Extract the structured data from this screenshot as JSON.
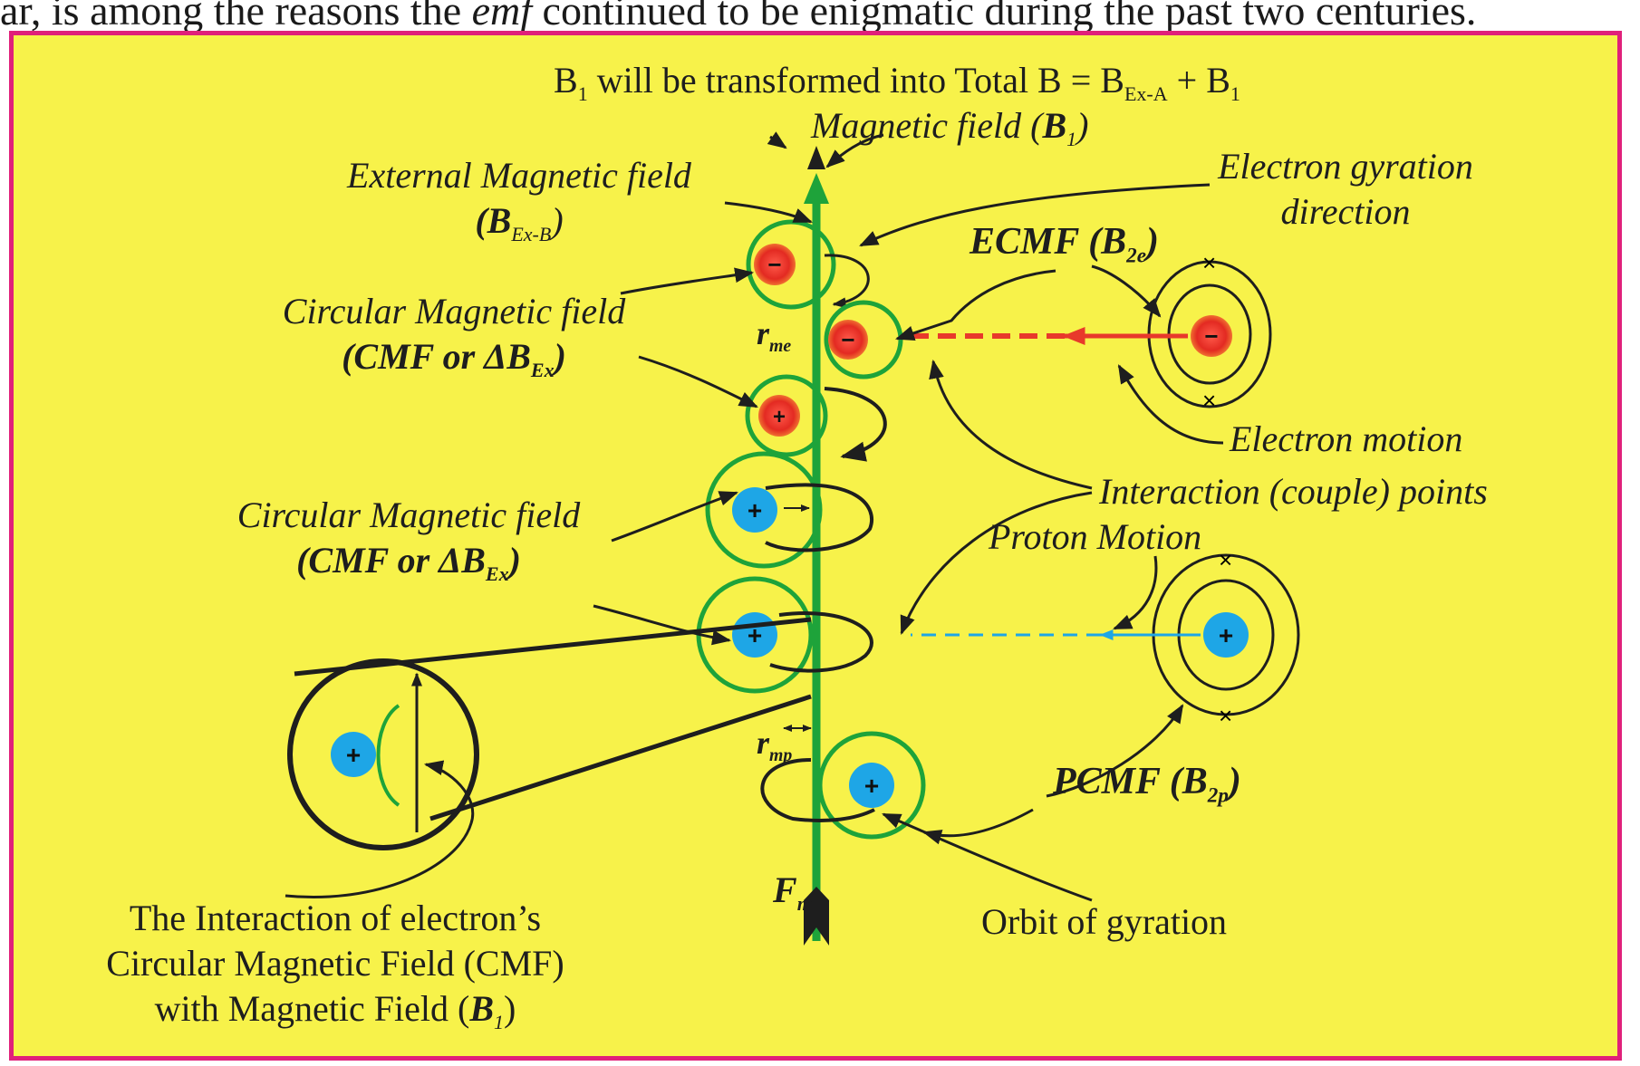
{
  "intro": {
    "before": "ar, is among the reasons the ",
    "emph": "emf",
    "after": " continued to be enigmatic during the past two centuries."
  },
  "labels": {
    "top_title": {
      "prefix": "B",
      "prefix_sub": "1",
      "middle": " will be transformed into Total B = B",
      "ex_sub": "Ex-A",
      "plus": " + B",
      "end_sub": "1"
    },
    "magnetic_field_b1": {
      "text": "Magnetic field (",
      "symbol": "B",
      "sub": "1",
      "close": ")"
    },
    "external_field": {
      "line1": "External Magnetic field",
      "symbol": "(B",
      "sub": "Ex-B",
      "close": ")"
    },
    "cmf_upper": {
      "line1": "Circular Magnetic field",
      "symbol": "(CMF or ΔB",
      "sub": "Ex",
      "close": ")"
    },
    "cmf_lower": {
      "line1": "Circular Magnetic field",
      "symbol": "(CMF or ΔB",
      "sub": "Ex",
      "close": ")"
    },
    "electron_gyration": {
      "line1": "Electron gyration",
      "line2": "direction"
    },
    "ecmf": {
      "text": "ECMF (",
      "symbol": "B",
      "sub": "2e",
      "close": ")"
    },
    "electron_motion": "Electron motion",
    "interaction_points": "Interaction (couple) points",
    "proton_motion": "Proton Motion",
    "pcmf": {
      "text": "PCMF (",
      "symbol": "B",
      "sub": "2p",
      "close": ")"
    },
    "orbit_of_gyration": "Orbit of gyration",
    "r_me": {
      "symbol": "r",
      "sub": "me"
    },
    "r_mp": {
      "symbol": "r",
      "sub": "mp"
    },
    "f_m": {
      "symbol": "F",
      "sub": "m"
    },
    "caption": {
      "line1": "The Interaction of electron’s",
      "line2": "Circular Magnetic Field (CMF)",
      "line3": "with Magnetic Field  (",
      "symbol": "B",
      "sub": "1",
      "close": ")"
    }
  },
  "particles": {
    "electron_sign": "−",
    "proton_sign": "+"
  },
  "colors": {
    "background": "#f7f24a",
    "border": "#e0207a",
    "field_line": "#1ea33a",
    "electron": "#e8392b",
    "proton": "#1ea6e6",
    "ink": "#1e1e1e"
  }
}
